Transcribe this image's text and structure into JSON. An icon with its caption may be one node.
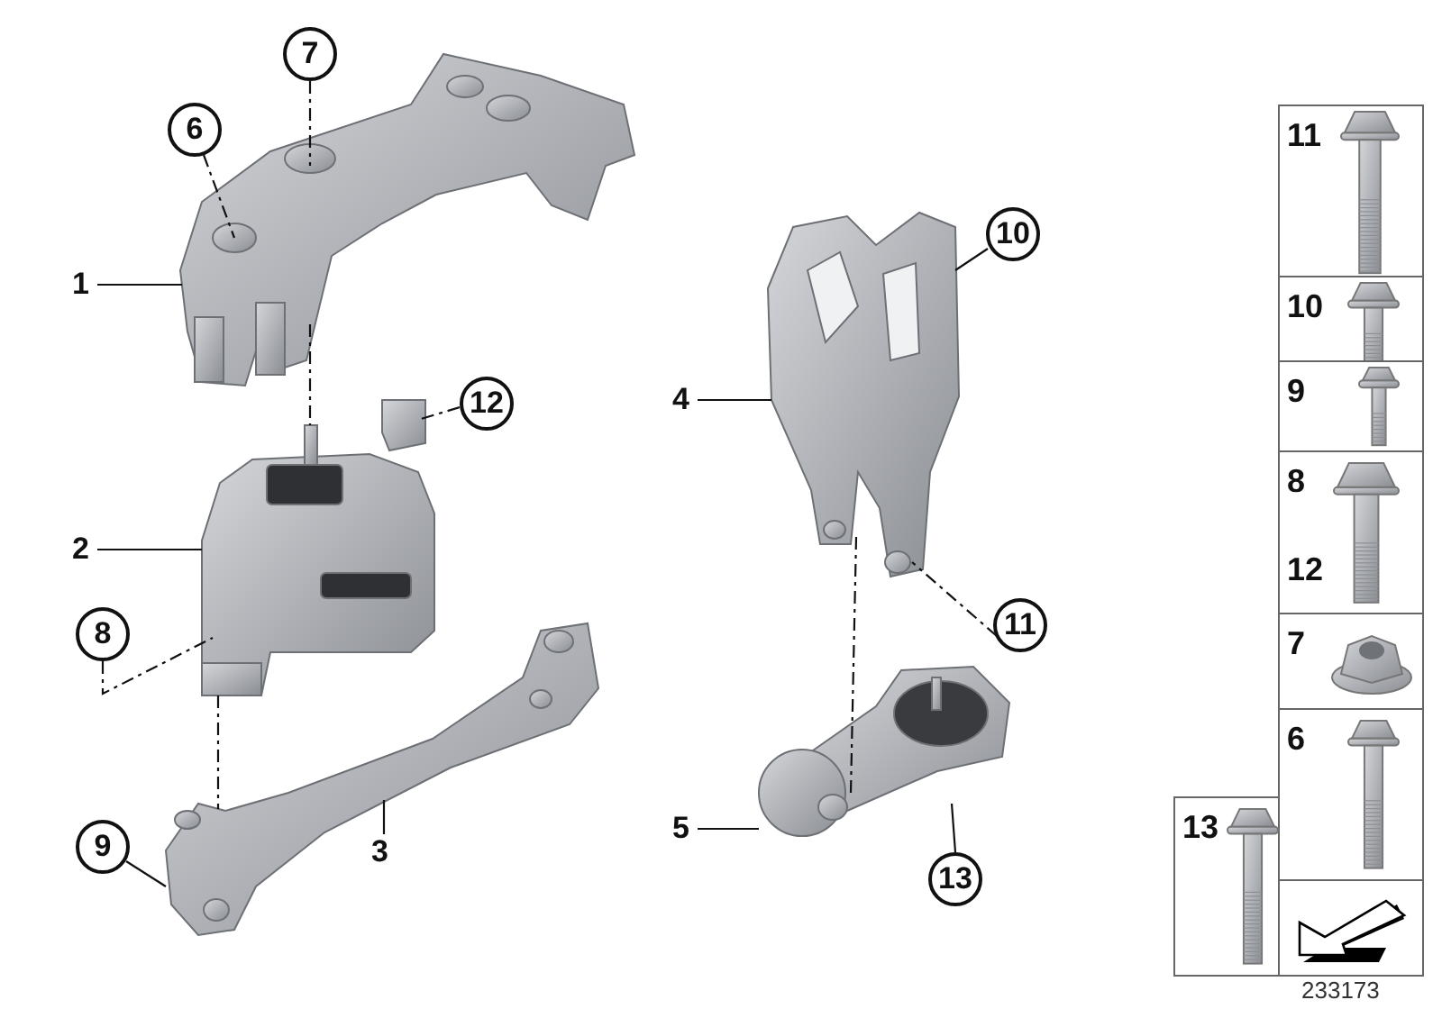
{
  "diagram": {
    "nodes": [
      {
        "text": [
          "1"
        ]
      },
      {
        "text": [
          "2"
        ]
      },
      {
        "text": [
          "3"
        ]
      },
      {
        "text": [
          "4"
        ]
      },
      {
        "text": [
          "5"
        ]
      },
      {
        "text": [
          "6"
        ]
      },
      {
        "text": [
          "7"
        ]
      },
      {
        "text": [
          "8"
        ]
      },
      {
        "text": [
          "9"
        ]
      },
      {
        "text": [
          "10"
        ]
      },
      {
        "text": [
          "11"
        ]
      },
      {
        "text": [
          "12"
        ]
      },
      {
        "text": [
          "13"
        ]
      },
      {
        "text": [],
        "shape": "picture"
      },
      {
        "text": [],
        "shape": "picture"
      },
      {
        "text": [],
        "shape": "picture"
      },
      {
        "text": [],
        "shape": "picture"
      },
      {
        "text": [],
        "shape": "picture"
      },
      {
        "text": [
          "11"
        ]
      },
      {
        "text": [
          "10"
        ]
      },
      {
        "text": [
          "9"
        ]
      },
      {
        "text": [
          "8",
          "12"
        ]
      },
      {
        "text": [
          "7"
        ]
      },
      {
        "text": [
          "6"
        ]
      },
      {
        "text": [
          "13"
        ]
      },
      {
        "text": [],
        "shape": "box"
      }
    ],
    "edges": [
      {
        "from": 0,
        "to": 13,
        "arrow": "none"
      },
      {
        "from": 1,
        "to": 14,
        "arrow": "none"
      },
      {
        "from": 2,
        "to": 15,
        "arrow": "none"
      },
      {
        "from": 3,
        "to": 16,
        "arrow": "none"
      },
      {
        "from": 4,
        "to": 17,
        "arrow": "none"
      },
      {
        "from": 5,
        "to": 13,
        "arrow": "none",
        "style": "dashed"
      },
      {
        "from": 6,
        "to": 13,
        "arrow": "none",
        "style": "dashed"
      },
      {
        "from": 7,
        "to": 14,
        "arrow": "none",
        "style": "dashed"
      },
      {
        "from": 8,
        "to": 15,
        "arrow": "none"
      },
      {
        "from": 9,
        "to": 16,
        "arrow": "none"
      },
      {
        "from": 10,
        "to": 16,
        "arrow": "none",
        "style": "dashed"
      },
      {
        "from": 11,
        "to": 14,
        "arrow": "none",
        "style": "dashed"
      },
      {
        "from": 12,
        "to": 17,
        "arrow": "none"
      },
      {
        "from": 13,
        "to": 14,
        "arrow": "none",
        "style": "dashed"
      },
      {
        "from": 14,
        "to": 15,
        "arrow": "none",
        "style": "dashed"
      },
      {
        "from": 16,
        "to": 17,
        "arrow": "none",
        "style": "dashed"
      }
    ],
    "labels": [
      "233173"
    ]
  }
}
